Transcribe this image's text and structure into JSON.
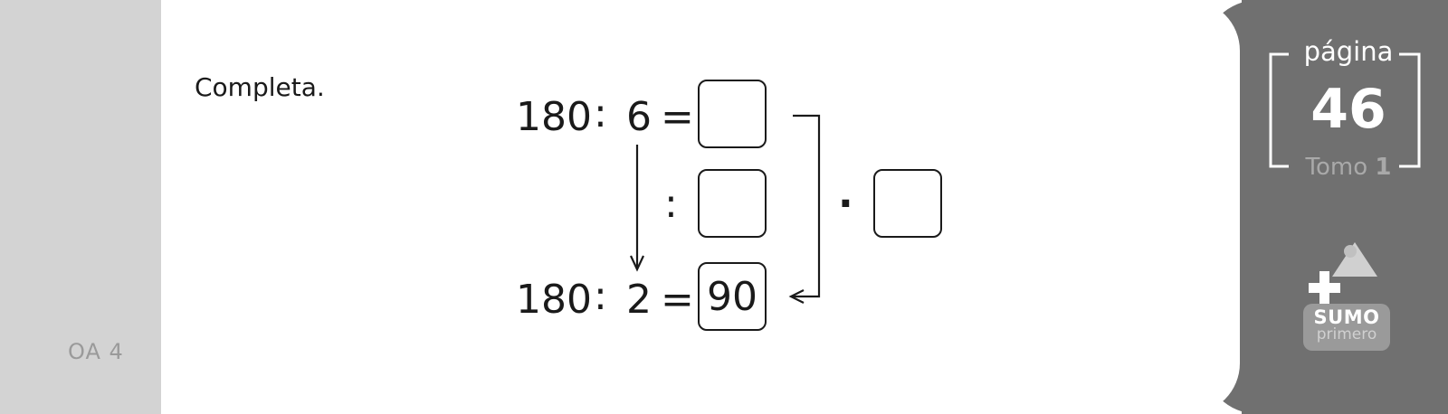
{
  "sidebar": {
    "oa_label": "OA 4"
  },
  "exercise": {
    "instruction": "Completa.",
    "row1": {
      "dividend": "180",
      "op": ":",
      "divisor": "6",
      "eq": "=",
      "answer": ""
    },
    "middle": {
      "op": ":",
      "answer": ""
    },
    "row2": {
      "dividend": "180",
      "op": ":",
      "divisor": "2",
      "eq": "=",
      "answer": "90"
    },
    "side": {
      "op": "·",
      "answer": ""
    }
  },
  "page_info": {
    "label": "página",
    "number": "46",
    "tomo_label": "Tomo",
    "tomo_number": "1"
  },
  "logo": {
    "main": "SUMO",
    "sub": "primero"
  }
}
